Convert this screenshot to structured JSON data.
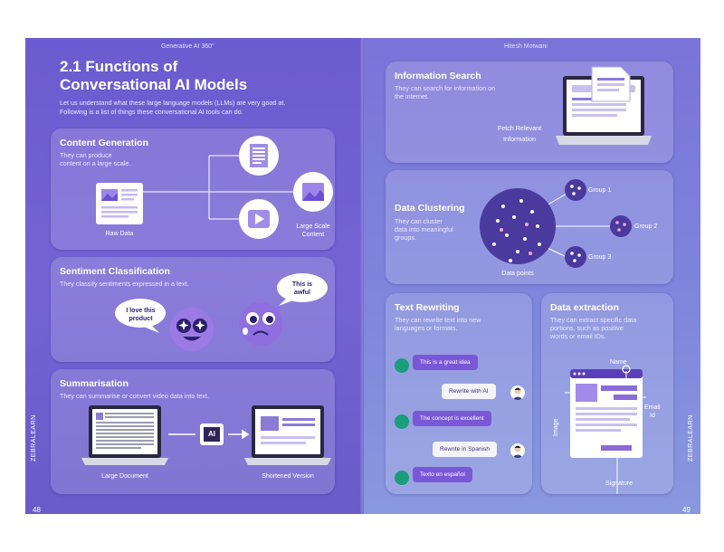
{
  "left_page": {
    "running_head": "Generative AI 360°",
    "title_line1": "2.1 Functions of",
    "title_line2": "Conversational AI Models",
    "intro_line1": "Let us understand what these large language models (LLMs) are very good at.",
    "intro_line2": "Following is a list of things these conversational AI tools can do.",
    "content_generation": {
      "title": "Content Generation",
      "desc_line1": "They can produce",
      "desc_line2": "content on a large scale.",
      "raw_label": "Raw Data",
      "large_line1": "Large Scale",
      "large_line2": "Content"
    },
    "sentiment": {
      "title": "Sentiment Classification",
      "desc": "They classify sentiments expressed in a text.",
      "bubble1_line1": "I love this",
      "bubble1_line2": "product",
      "bubble2_line1": "This is",
      "bubble2_line2": "awful"
    },
    "summarisation": {
      "title": "Summarisation",
      "desc": "They can summarise or convert video data into text.",
      "ai_label": "AI",
      "large_doc": "Large Document",
      "short_ver": "Shortened Version"
    },
    "brand": "ZEBRALEARN",
    "page_number": "48"
  },
  "right_page": {
    "running_head": "Hitesh Motwani",
    "info_search": {
      "title": "Information Search",
      "desc_line1": "They can search for information on",
      "desc_line2": "the internet.",
      "fetch_line1": "Fetch Relevant",
      "fetch_line2": "Information"
    },
    "clustering": {
      "title": "Data Clustering",
      "desc_line1": "They can cluster",
      "desc_line2": "data into meaningful",
      "desc_line3": "groups.",
      "group1": "Group 1",
      "group2": "Group 2",
      "group3": "Group 3",
      "points_label": "Data points"
    },
    "rewriting": {
      "title": "Text Rewriting",
      "desc_line1": "They can rewrite text into new",
      "desc_line2": "languages or formats.",
      "msg1": "This is a great idea",
      "msg2": "Rewrite with AI",
      "msg3": "The concept is excellent",
      "msg4": "Rewrite in Spanish",
      "msg5": "Texto en español"
    },
    "extraction": {
      "title": "Data extraction",
      "desc_line1": "They can extract specific data",
      "desc_line2": "portions, such as positive",
      "desc_line3": "words or email IDs.",
      "name_label": "Name",
      "image_label": "Image",
      "email_line1": "Email",
      "email_line2": "Id",
      "signature_label": "Signature"
    },
    "brand": "ZEBRALEARN",
    "page_number": "49"
  }
}
